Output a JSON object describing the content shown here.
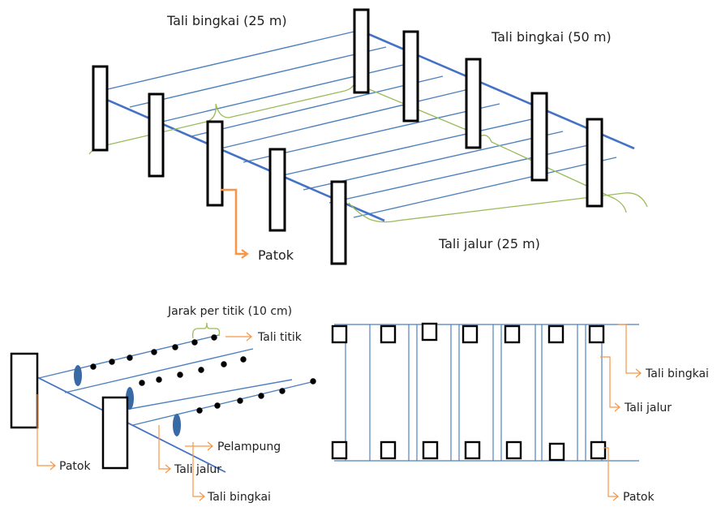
{
  "colors": {
    "stake_stroke": "#000000",
    "line_blue": "#4f81bd",
    "frame_blue": "#4472c4",
    "brace_green": "#9bbb59",
    "pointer_orange": "#f79646",
    "float_fill": "#3a6aa5",
    "bead": "#000000"
  },
  "top_diagram": {
    "label_frame_25": "Tali bingkai (25 m)",
    "label_frame_50": "Tali bingkai (50 m)",
    "label_line_25": "Tali jalur (25 m)",
    "label_stake": "Patok",
    "icons": [
      "stake-icon",
      "brace-icon",
      "arrow-icon"
    ]
  },
  "bottom_left_diagram": {
    "label_spacing": "Jarak per titik (10 cm)",
    "label_point_rope": "Tali titik",
    "label_float": "Pelampung",
    "label_stake": "Patok",
    "label_line_rope": "Tali jalur",
    "label_frame_rope": "Tali bingkai",
    "icons": [
      "float-icon",
      "bead-icon",
      "stake-icon"
    ]
  },
  "bottom_right_diagram": {
    "label_frame_rope": "Tali bingkai",
    "label_line_rope": "Tali jalur",
    "label_stake": "Patok",
    "icons": [
      "stake-icon"
    ]
  }
}
